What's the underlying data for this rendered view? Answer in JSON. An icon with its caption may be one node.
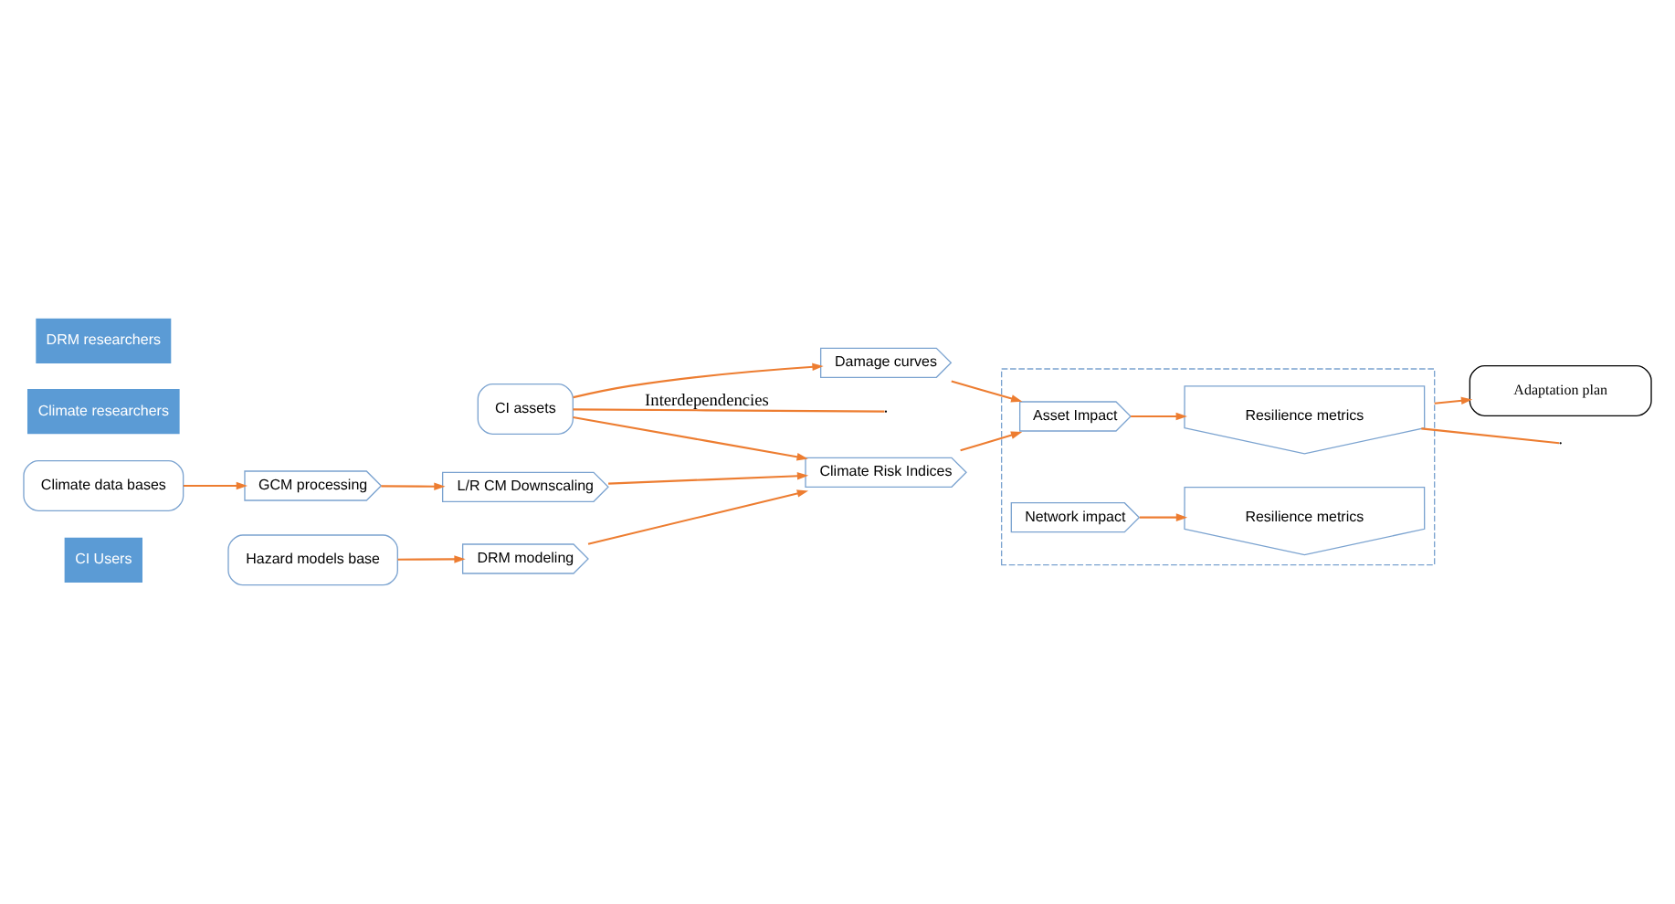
{
  "diagram": {
    "nodes": [
      {
        "text": [
          "CI Users"
        ]
      },
      {
        "text": [
          "CI assets"
        ]
      },
      {
        "text": [
          "Climate researchers"
        ]
      },
      {
        "text": [
          "Climate data bases"
        ]
      },
      {
        "text": [
          "GCM processing"
        ]
      },
      {
        "text": [
          "L/R CM Downscaling"
        ]
      },
      {
        "text": [
          "DRM researchers"
        ]
      },
      {
        "text": [
          "Hazard models base"
        ]
      },
      {
        "text": [
          "DRM modeling"
        ]
      },
      {
        "text": [
          "Damage curves"
        ]
      },
      {
        "text": [
          "Climate Risk Indices"
        ]
      },
      {
        "text": [],
        "shape": "box"
      },
      {
        "text": [
          "Asset Impact"
        ],
        "in": 11
      },
      {
        "text": [
          "Network impact"
        ],
        "in": 11
      },
      {
        "text": [
          "Resilience metrics"
        ],
        "in": 11
      },
      {
        "text": [
          "Resilience metrics"
        ],
        "in": 11
      },
      {
        "text": [
          "Adaptation plan"
        ]
      }
    ],
    "edges": [
      {
        "from": 1,
        "to": null,
        "arrow": "none",
        "label": "Interdependencies"
      },
      {
        "from": 1,
        "to": 9,
        "arrow": "to"
      },
      {
        "from": 1,
        "to": 10,
        "arrow": "to"
      },
      {
        "from": 3,
        "to": 4,
        "arrow": "to"
      },
      {
        "from": 4,
        "to": 5,
        "arrow": "to"
      },
      {
        "from": 5,
        "to": 10,
        "arrow": "to"
      },
      {
        "from": 7,
        "to": 8,
        "arrow": "to"
      },
      {
        "from": 8,
        "to": 10,
        "arrow": "to"
      },
      {
        "from": 9,
        "to": 12,
        "arrow": "to"
      },
      {
        "from": 10,
        "to": 12,
        "arrow": "to"
      },
      {
        "from": 12,
        "to": 15,
        "arrow": "to"
      },
      {
        "from": 13,
        "to": 14,
        "arrow": "to"
      },
      {
        "from": 15,
        "to": null,
        "arrow": "none"
      },
      {
        "from": 11,
        "to": 16,
        "arrow": "to"
      }
    ]
  }
}
